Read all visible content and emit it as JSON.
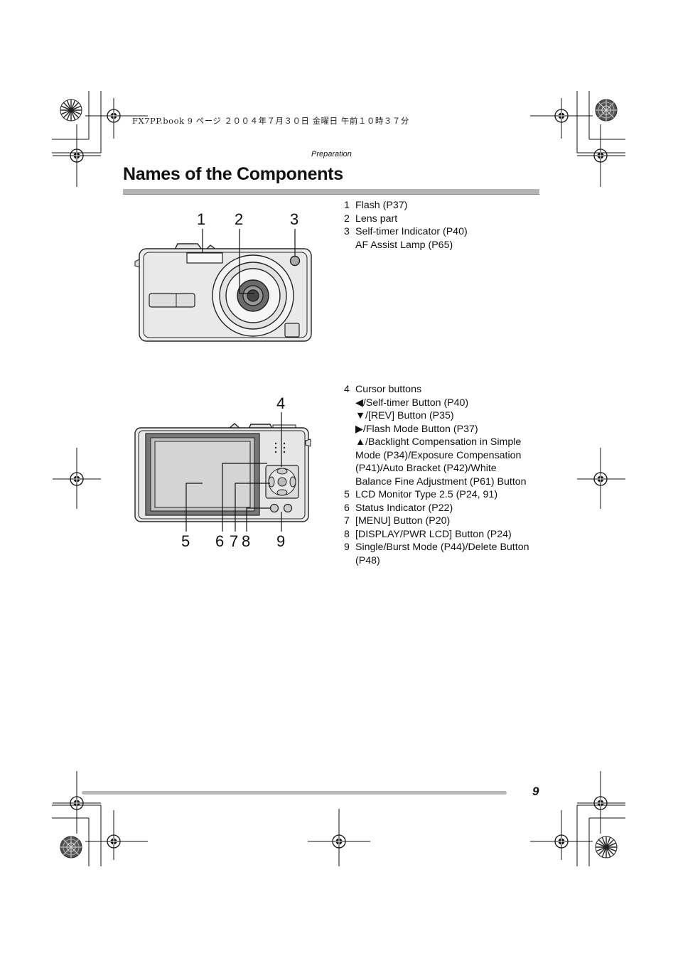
{
  "file_header": "FX7PP.book  9 ページ  ２００４年７月３０日  金曜日  午前１０時３７分",
  "section_label": "Preparation",
  "page_title": "Names of the Components",
  "front_view": {
    "callouts": [
      "1",
      "2",
      "3"
    ],
    "items": [
      {
        "num": "1",
        "lines": [
          "Flash (P37)"
        ]
      },
      {
        "num": "2",
        "lines": [
          "Lens part"
        ]
      },
      {
        "num": "3",
        "lines": [
          "Self-timer Indicator (P40)",
          "AF Assist Lamp (P65)"
        ]
      }
    ]
  },
  "rear_view": {
    "callouts": [
      "4",
      "5",
      "6",
      "7",
      "8",
      "9"
    ],
    "items": [
      {
        "num": "4",
        "lines": [
          "Cursor buttons",
          "◀/Self-timer Button (P40)",
          "▼/[REV] Button (P35)",
          "▶/Flash Mode Button (P37)",
          "▲/Backlight Compensation in Simple",
          "Mode (P34)/Exposure Compensation",
          "(P41)/Auto Bracket (P42)/White",
          "Balance Fine Adjustment (P61) Button"
        ]
      },
      {
        "num": "5",
        "lines": [
          "LCD Monitor Type 2.5 (P24, 91)"
        ]
      },
      {
        "num": "6",
        "lines": [
          "Status Indicator (P22)"
        ]
      },
      {
        "num": "7",
        "lines": [
          "[MENU] Button (P20)"
        ]
      },
      {
        "num": "8",
        "lines": [
          "[DISPLAY/PWR LCD] Button (P24)"
        ]
      },
      {
        "num": "9",
        "lines": [
          "Single/Burst Mode (P44)/Delete Button",
          "(P48)"
        ]
      }
    ]
  },
  "page_number": "9"
}
